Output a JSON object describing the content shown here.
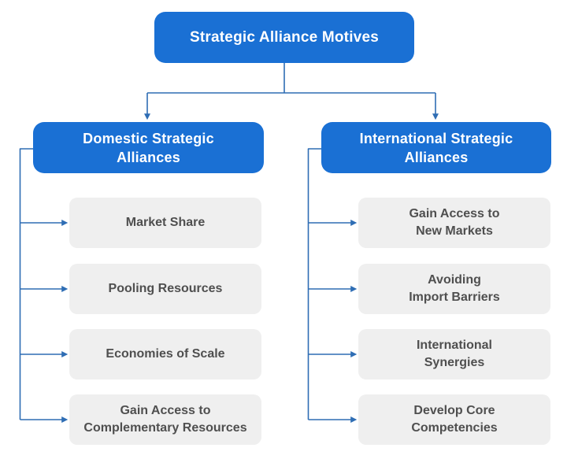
{
  "root": {
    "label": "Strategic Alliance Motives"
  },
  "branches": [
    {
      "id": "domestic",
      "label": "Domestic Strategic\nAlliances",
      "items": [
        {
          "label": "Market Share"
        },
        {
          "label": "Pooling Resources"
        },
        {
          "label": "Economies of Scale"
        },
        {
          "label": "Gain Access to\nComplementary Resources"
        }
      ]
    },
    {
      "id": "international",
      "label": "International Strategic\nAlliances",
      "items": [
        {
          "label": "Gain Access to\nNew Markets"
        },
        {
          "label": "Avoiding\nImport Barriers"
        },
        {
          "label": "International\nSynergies"
        },
        {
          "label": "Develop Core\nCompetencies"
        }
      ]
    }
  ],
  "colors": {
    "node_blue": "#1A70D4",
    "node_text": "#FFFFFF",
    "connector_blue": "#2E6DB4",
    "item_bg": "#EFEFEF",
    "item_text": "#4F4F4F",
    "background": "#FFFFFF"
  }
}
